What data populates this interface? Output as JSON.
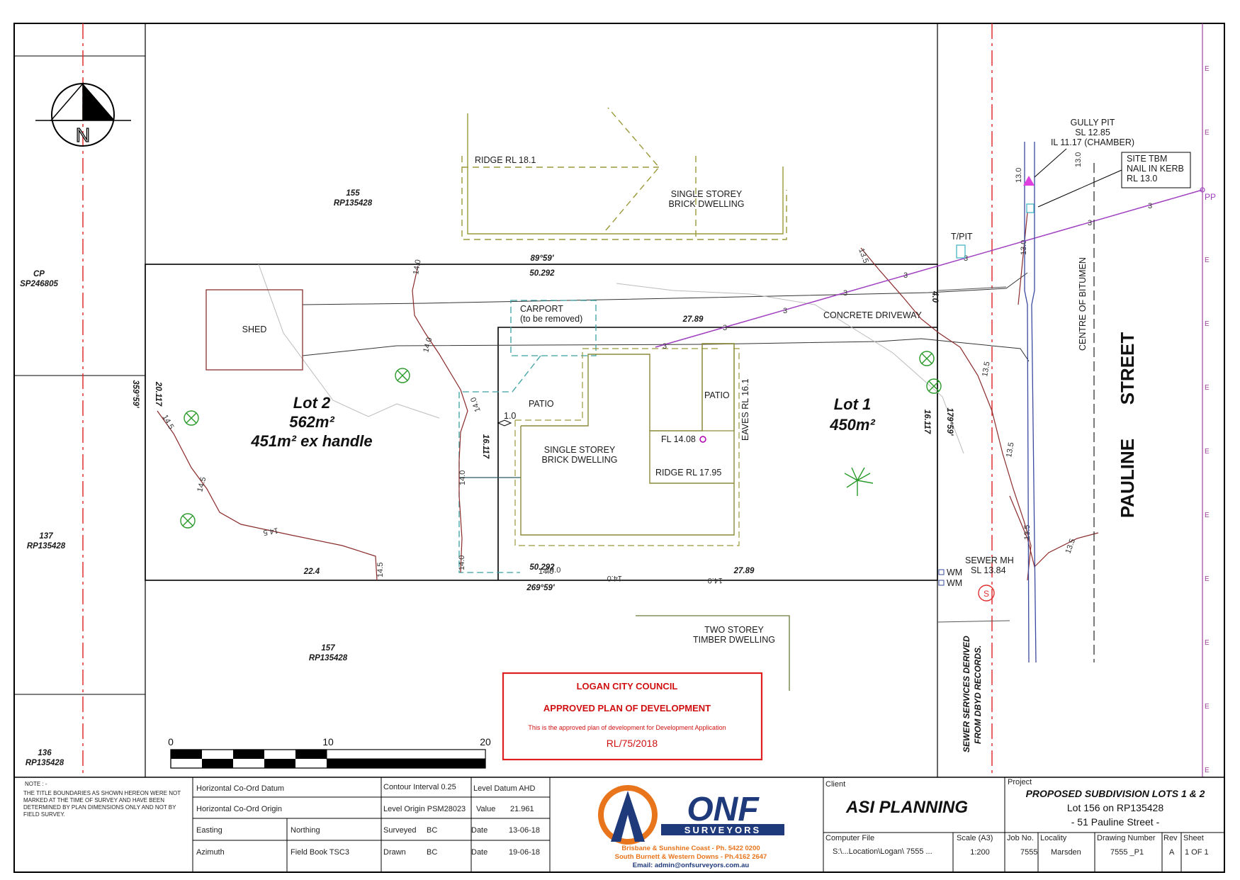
{
  "north": {
    "letter": "N"
  },
  "neighbours": {
    "lot155": {
      "num": "155",
      "plan": "RP135428"
    },
    "cp": {
      "num": "CP",
      "plan": "SP246805"
    },
    "lot137": {
      "num": "137",
      "plan": "RP135428"
    },
    "lot136": {
      "num": "136",
      "plan": "RP135428"
    },
    "lot157": {
      "num": "157",
      "plan": "RP135428"
    }
  },
  "buildings": {
    "ridge_north": "RIDGE RL 18.1",
    "north_dwelling": [
      "SINGLE STOREY",
      "BRICK DWELLING"
    ],
    "shed": "SHED",
    "carport": [
      "CARPORT",
      "(to be removed)"
    ],
    "patio_left": "PATIO",
    "patio_right": "PATIO",
    "dwelling": [
      "SINGLE STOREY",
      "BRICK DWELLING"
    ],
    "fl": "FL 14.08",
    "ridge": "RIDGE RL 17.95",
    "eaves": "EAVES RL 16.1",
    "driveway": "CONCRETE DRIVEWAY",
    "south_dwelling": [
      "TWO STOREY",
      "TIMBER DWELLING"
    ],
    "one": "1.0"
  },
  "lots": {
    "lot2": {
      "name": "Lot 2",
      "area": "562m²",
      "ex": "451m² ex handle"
    },
    "lot1": {
      "name": "Lot 1",
      "area": "450m²"
    }
  },
  "dims": {
    "bearing_top": "89°59'",
    "top_len": "50.292",
    "d2789_top": "27.89",
    "left_bearing": "359°59'",
    "left_len": "20.117",
    "mid_len": "16.117",
    "right_len": "16.117",
    "right_bearing": "179°59'",
    "bot_224": "22.4",
    "bot_len": "50.292",
    "bot_bearing": "269°59'",
    "bot_2789": "27.89",
    "drive": "4.0"
  },
  "contours": [
    "14.0",
    "14.0",
    "14.0",
    "14.5",
    "14.5",
    "14.5",
    "14.5",
    "14.0",
    "14.0",
    "14.0",
    "14.0",
    "14.0",
    "14.0",
    "13.5",
    "13.5",
    "13.5",
    "13.5",
    "13.5",
    "13.0",
    "13.0",
    "13.0"
  ],
  "services": {
    "gully": [
      "GULLY PIT",
      "SL 12.85",
      "IL 11.17 (CHAMBER)"
    ],
    "tbm": [
      "SITE TBM",
      "NAIL IN KERB",
      "RL 13.0"
    ],
    "tpit": "T/PIT",
    "pp": "PP",
    "centre": "CENTRE OF BITUMEN",
    "sewer": [
      "SEWER MH",
      "SL 13.84"
    ],
    "wm1": "WM",
    "wm2": "WM",
    "s": "S",
    "sewer_note": [
      "SEWER SERVICES DERIVED",
      "FROM DBYD RECORDS."
    ],
    "e": "E",
    "three": "3"
  },
  "street": {
    "word1": "PAULINE",
    "word2": "STREET"
  },
  "approval": {
    "council": "LOGAN CITY COUNCIL",
    "approved": "APPROVED PLAN OF DEVELOPMENT",
    "note": "This is the approved plan of development for Development Application",
    "ref": "RL/75/2018"
  },
  "scale": {
    "s0": "0",
    "s10": "10",
    "s20": "20"
  },
  "titleblock": {
    "note_title": "NOTE : -",
    "note_lines": [
      "THE TITLE BOUNDARIES AS SHOWN HEREON WERE NOT",
      "MARKED AT THE TIME OF SURVEY AND HAVE BEEN",
      "DETERMINED BY PLAN DIMENSIONS ONLY AND NOT BY",
      "FIELD SURVEY."
    ],
    "h_datum": "Horizontal Co-Ord Datum",
    "h_origin": "Horizontal Co-Ord Origin",
    "easting": "Easting",
    "northing": "Northing",
    "azimuth": "Azimuth",
    "field_book": "Field Book   TSC3",
    "contour": "Contour Interval   0.25",
    "level_datum": "Level Datum  AHD",
    "level_origin": "Level Origin  PSM28023",
    "value_lbl": "Value",
    "value": "21.961",
    "surveyed_lbl": "Surveyed",
    "surveyed": "BC",
    "date_lbl": "Date",
    "surveyed_date": "13-06-18",
    "drawn_lbl": "Drawn",
    "drawn": "BC",
    "drawn_date": "19-06-18",
    "logo_name": "ONF",
    "logo_sub": "SURVEYORS",
    "contact1": "Brisbane & Sunshine Coast - Ph. 5422 0200",
    "contact2": "South Burnett & Western Downs - Ph.4162 2647",
    "contact3": "Email: admin@onfsurveyors.com.au",
    "client_lbl": "Client",
    "client": "ASI PLANNING",
    "file_lbl": "Computer File",
    "file": "S:\\...Location\\Logan\\ 7555    ...",
    "scale_lbl": "Scale (A3)",
    "scale": "1:200",
    "project_lbl": "Project",
    "project": [
      "PROPOSED SUBDIVISION LOTS 1 & 2",
      "Lot 156 on RP135428",
      "- 51 Pauline Street -"
    ],
    "job_lbl": "Job No.",
    "job": "7555",
    "locality_lbl": "Locality",
    "locality": "Marsden",
    "drawing_lbl": "Drawing Number",
    "drawing": "7555 _P1",
    "rev_lbl": "Rev",
    "rev": "A",
    "sheet_lbl": "Sheet",
    "sheet": "1 OF 1"
  }
}
